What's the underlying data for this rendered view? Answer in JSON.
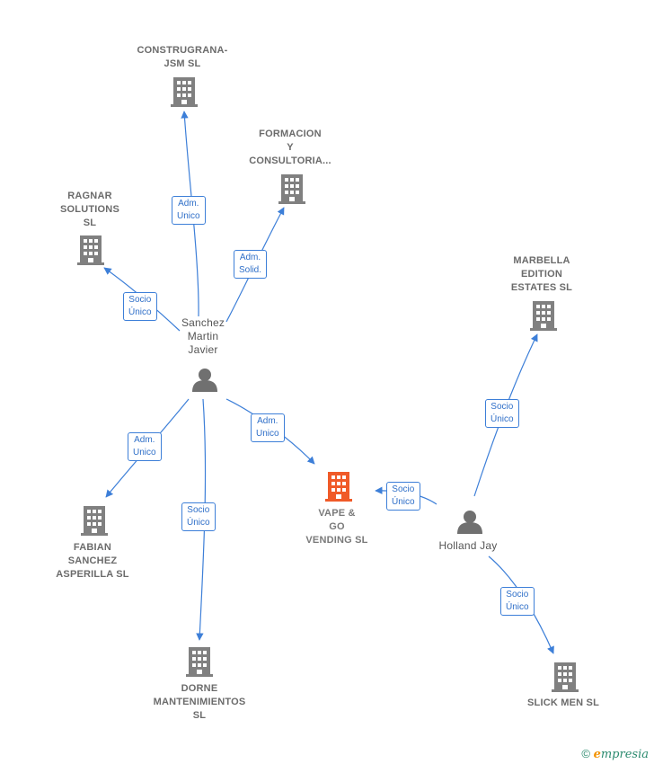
{
  "nodes": {
    "construgrana": [
      "CONSTRUGRANA-",
      "JSM  SL"
    ],
    "formacion": [
      "FORMACION",
      "Y",
      "CONSULTORIA..."
    ],
    "ragnar": [
      "RAGNAR",
      "SOLUTIONS",
      "SL"
    ],
    "marbella": [
      "MARBELLA",
      "EDITION",
      "ESTATES  SL"
    ],
    "sanchez": [
      "Sanchez",
      "Martin",
      "Javier"
    ],
    "vape": [
      "VAPE &",
      "GO",
      "VENDING  SL"
    ],
    "holland": [
      "Holland Jay"
    ],
    "fabian": [
      "FABIAN",
      "SANCHEZ",
      "ASPERILLA SL"
    ],
    "dorne": [
      "DORNE",
      "MANTENIMIENTOS",
      "SL"
    ],
    "slick": [
      "SLICK MEN  SL"
    ]
  },
  "edges": {
    "adm_unico_1": [
      "Adm.",
      "Unico"
    ],
    "adm_solid": [
      "Adm.",
      "Solid."
    ],
    "socio_unico_ragnar": [
      "Socio",
      "Único"
    ],
    "socio_unico_marbella": [
      "Socio",
      "Único"
    ],
    "adm_unico_fabian": [
      "Adm.",
      "Unico"
    ],
    "adm_unico_vape": [
      "Adm.",
      "Unico"
    ],
    "socio_unico_vape": [
      "Socio",
      "Único"
    ],
    "socio_unico_dorne": [
      "Socio",
      "Único"
    ],
    "socio_unico_slick": [
      "Socio",
      "Único"
    ]
  },
  "colors": {
    "edge": "#3d7fd8",
    "building": "#808080",
    "building_main": "#f05a28",
    "person": "#707070"
  },
  "footer": {
    "copyright": "©",
    "brand_e": "e",
    "brand_rest": "mpresia"
  }
}
